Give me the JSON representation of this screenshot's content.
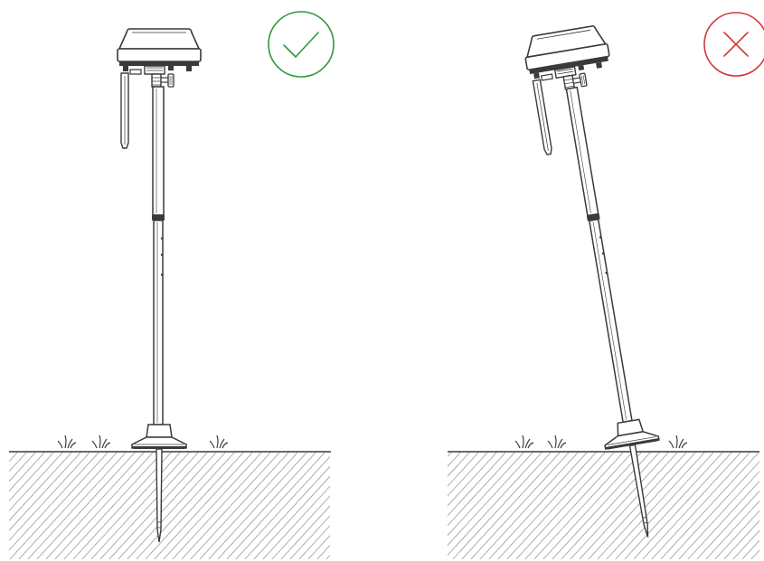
{
  "colors": {
    "background": "#ffffff",
    "line": "#3a3a3a",
    "hatch": "#9a9a9a",
    "correct": "#2e9a3c",
    "incorrect": "#d13a3a"
  },
  "panels": [
    {
      "status": "correct",
      "status_icon": "check-icon",
      "pole": "vertical"
    },
    {
      "status": "incorrect",
      "status_icon": "cross-icon",
      "pole": "tilted"
    }
  ]
}
